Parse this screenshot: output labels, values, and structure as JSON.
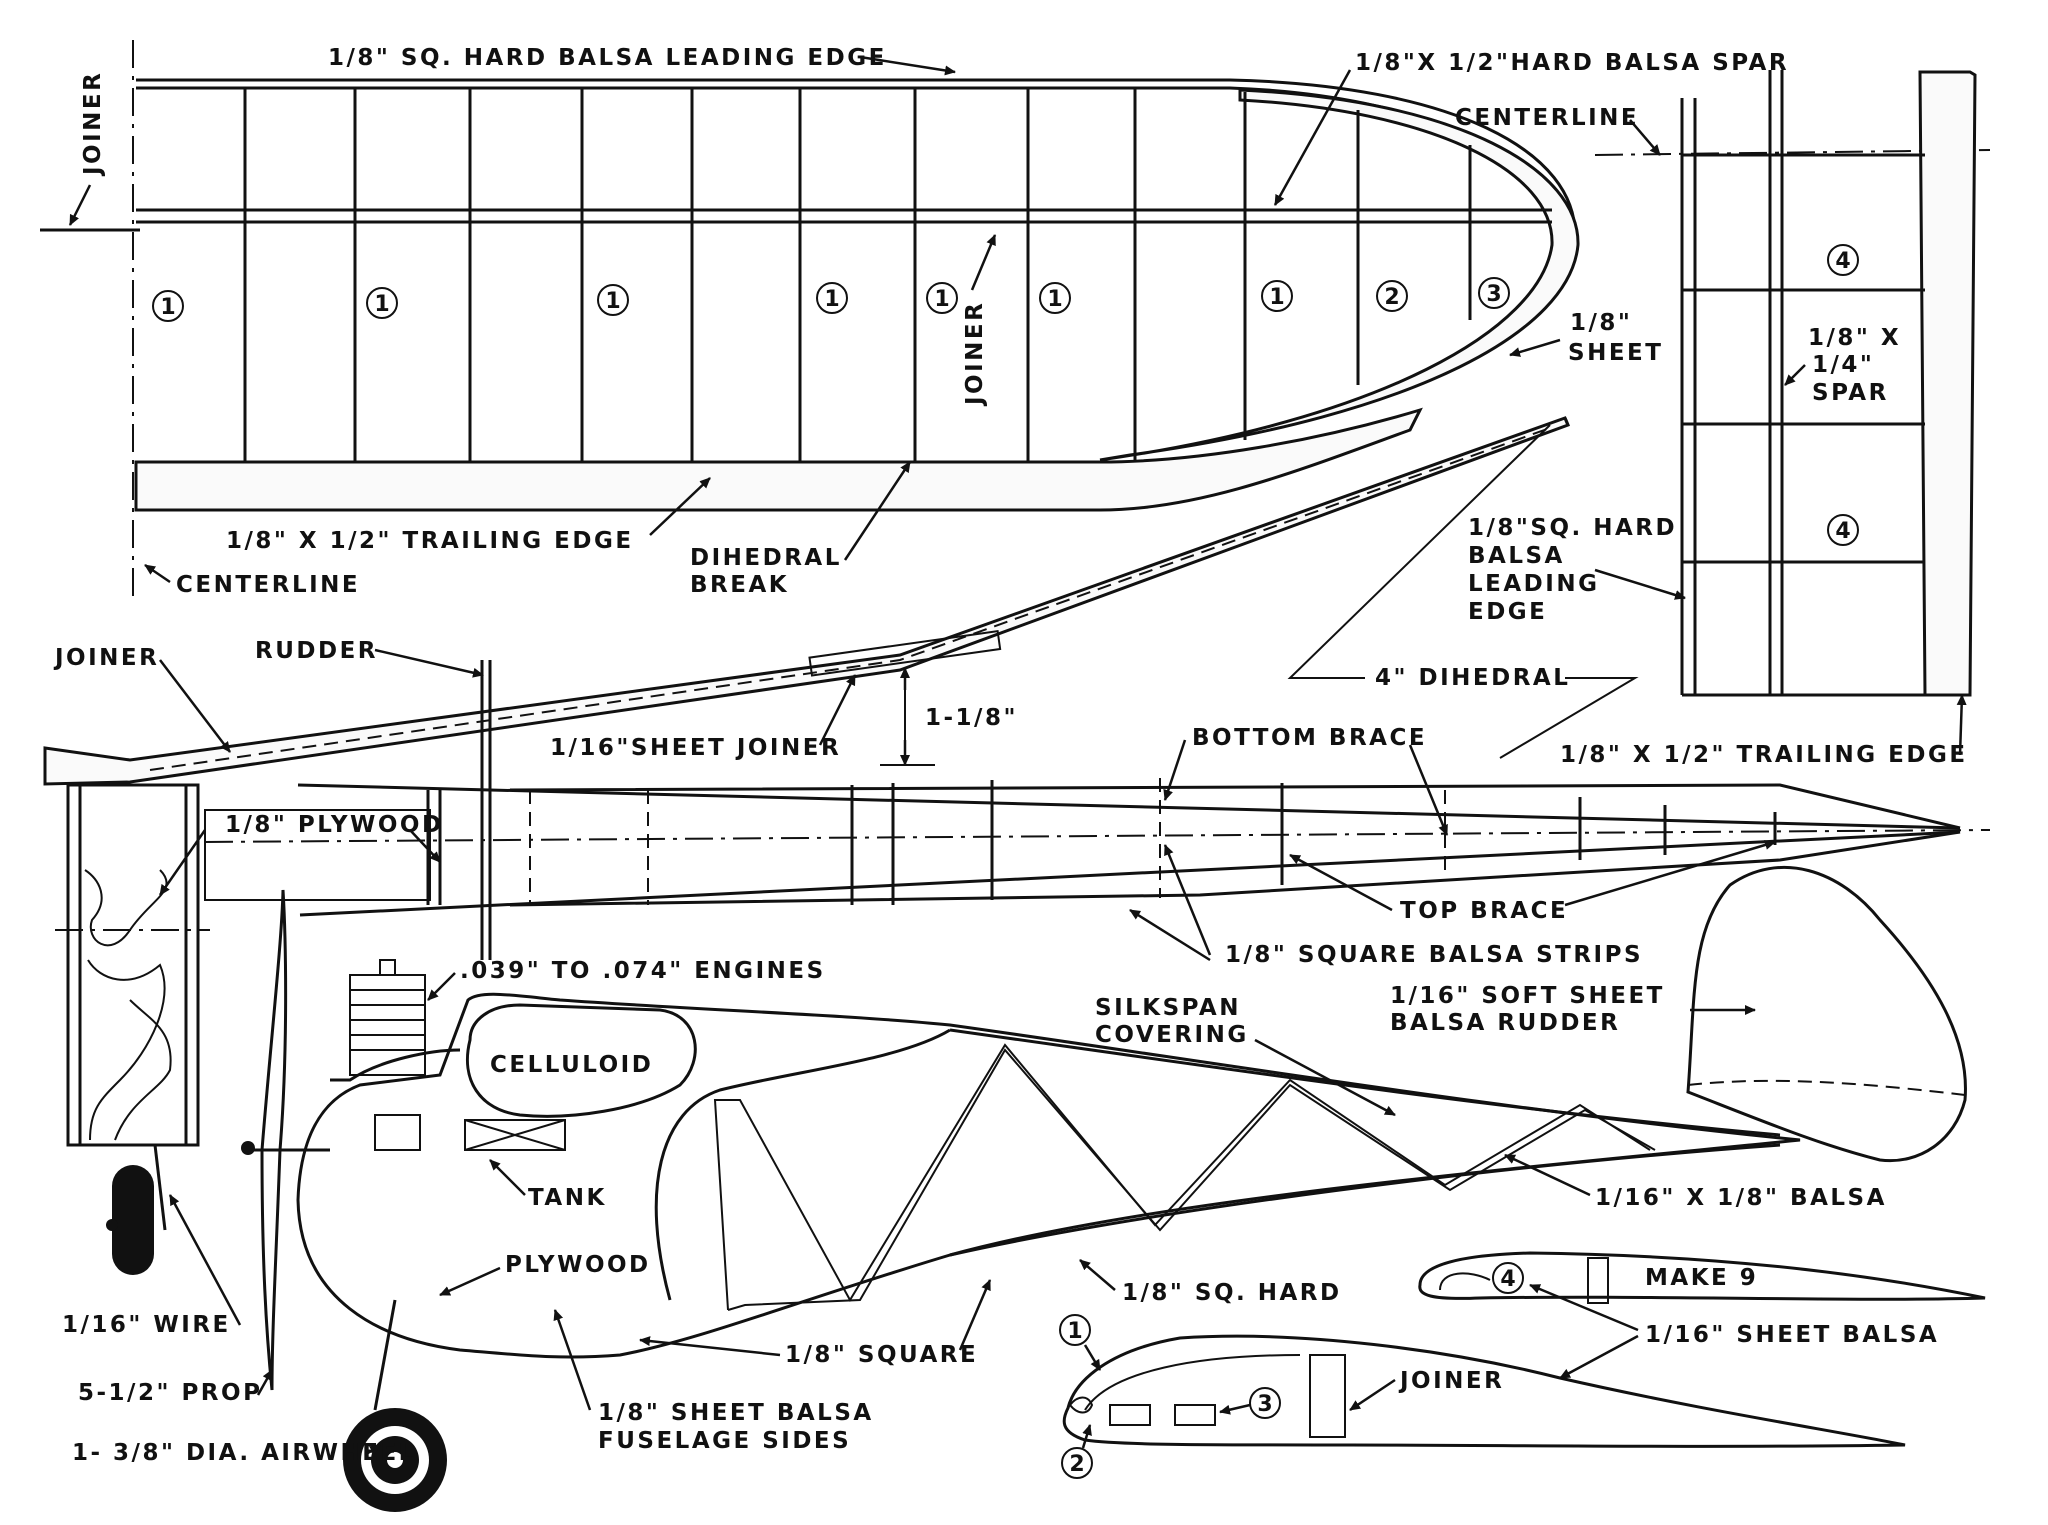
{
  "labels": {
    "leading_edge_top": "1/8\" SQ. HARD BALSA LEADING EDGE",
    "spar_top": "1/8\"X 1/2\"HARD BALSA SPAR",
    "joiner_left_vertical": "JOINER",
    "joiner_mid_vertical": "JOINER",
    "centerline_tail": "CENTERLINE",
    "sheet_18": "1/8\"",
    "sheet_word": "SHEET",
    "trailing_edge_wing": "1/8\" X 1/2\" TRAILING EDGE",
    "centerline_wing": "CENTERLINE",
    "dihedral_break_1": "DIHEDRAL",
    "dihedral_break_2": "BREAK",
    "le_tail_1": "1/8\"SQ. HARD",
    "le_tail_2": "BALSA",
    "le_tail_3": "LEADING",
    "le_tail_4": "EDGE",
    "spar_tail_1": "1/8\" X",
    "spar_tail_2": "1/4\"",
    "spar_tail_3": "SPAR",
    "joiner_front": "JOINER",
    "rudder_front": "RUDDER",
    "sheet_joiner": "1/16\"SHEET JOINER",
    "dihedral_height": "1-1/8\"",
    "dihedral_4": "4\" DIHEDRAL",
    "trailing_edge_tail": "1/8\" X 1/2\" TRAILING EDGE",
    "bottom_brace": "BOTTOM BRACE",
    "plywood_18": "1/8\" PLYWOOD",
    "top_brace": "TOP BRACE",
    "square_strips": "1/8\" SQUARE BALSA STRIPS",
    "engines": ".039\" TO .074\" ENGINES",
    "silkspan_1": "SILKSPAN",
    "silkspan_2": "COVERING",
    "rudder_sheet_1": "1/16\" SOFT SHEET",
    "rudder_sheet_2": "BALSA RUDDER",
    "celluloid": "CELLULOID",
    "tank": "TANK",
    "balsa_16_8": "1/16\" X 1/8\" BALSA",
    "plywood": "PLYWOOD",
    "sq_hard": "1/8\" SQ. HARD",
    "make_9": "MAKE 9",
    "wire": "1/16\" WIRE",
    "sheet_balsa_16": "1/16\" SHEET BALSA",
    "square_18": "1/8\" SQUARE",
    "prop": "5-1/2\" PROP",
    "fuselage_sides_1": "1/8\" SHEET BALSA",
    "fuselage_sides_2": "FUSELAGE SIDES",
    "airwheel": "1- 3/8\" DIA. AIRWHEEL",
    "joiner_rib": "JOINER"
  },
  "rib_numbers": {
    "wing": [
      "1",
      "1",
      "1",
      "1",
      "1",
      "1",
      "1",
      "2",
      "3"
    ],
    "tail": [
      "4",
      "4"
    ],
    "section_top": "4",
    "section_1": "1",
    "section_2": "2",
    "section_3": "3"
  }
}
